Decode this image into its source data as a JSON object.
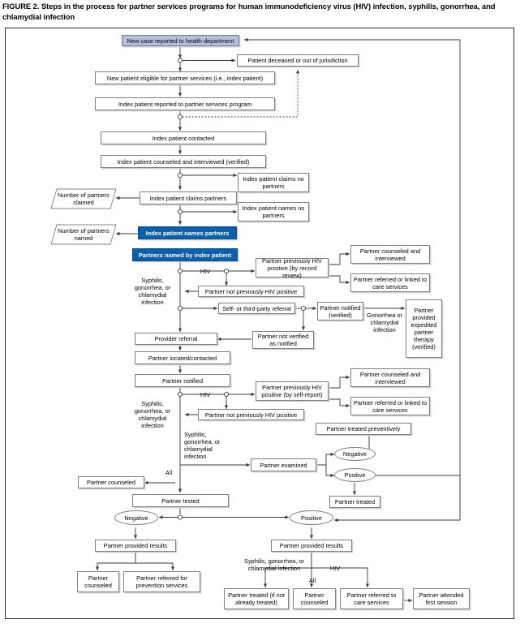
{
  "figure": {
    "caption": "FIGURE 2. Steps in the process for partner services programs for human immunodeficiency virus (HIV) infection, syphilis, gonorrhea, and chlamydial infection"
  },
  "colors": {
    "highlight_lavender": "#b7bedb",
    "highlight_blue": "#0f5fa8",
    "node_border": "#808080",
    "frame_border": "#2b2b2b",
    "shadow": "#cfcfcf"
  },
  "nodes": {
    "new_case": "New case reported to health department",
    "deceased": "Patient deceased or out of jurisdiction",
    "eligible": "New patient eligible for partner services (i.e., index patient)",
    "reported_program": "Index patient reported to partner services program",
    "index_contacted": "Index patient contacted",
    "index_counseled": "Index patient counseled and interviewed (verified)",
    "claims_no_partners": "Index patient claims no partners",
    "claims_partners": "Index patient claims partners",
    "names_no_partners": "Index patient names no partners",
    "names_partners": "Index patient names partners",
    "num_claimed": "Number of partners claimed",
    "num_named": "Number of partners named",
    "partners_named_by_index": "Partners named by index patient",
    "prev_hiv_record": "Partner previously HIV positive (by record review)",
    "counseled_interviewed_1": "Partner counseled and interviewed",
    "referred_linked_1": "Partner referred or linked to care services",
    "not_prev_hiv_1": "Partner not previously HIV positive",
    "self_third_party": "Self- or third-party referral",
    "partner_notified_verified": "Partner notified (verified)",
    "epr_therapy": "Partner provided expedited partner therapy (verified)",
    "not_verified": "Partner not verified as notified",
    "provider_referral": "Provider referral",
    "located_contacted": "Partner located/contacted",
    "partner_notified": "Partner notified",
    "prev_hiv_self": "Partner previously HIV positive (by self-report)",
    "counseled_interviewed_2": "Partner counseled and interviewed",
    "referred_linked_2": "Partner referred or linked to care services",
    "not_prev_hiv_2": "Partner not previously HIV positive",
    "treated_preventively": "Partner treated preventively",
    "partner_examined": "Partner examined",
    "exam_negative": "Negative",
    "exam_positive": "Positive",
    "partner_treated": "Partner treated",
    "partner_counseled_left": "Partner counseled",
    "partner_tested": "Partner tested",
    "test_negative": "Negative",
    "test_positive": "Positive",
    "results_left": "Partner provided results",
    "results_right": "Partner provided results",
    "counseled_bl": "Partner counseled",
    "referred_prevention": "Partner referred for prevention services",
    "treated_if_not": "Partner treated (if not already treated)",
    "counseled_br": "Partner counseled",
    "referred_care": "Partner referred to care services",
    "attended_first": "Partner attended first session"
  },
  "edge_labels": {
    "hiv_1": "HIV",
    "sgc_1": "Syphilis, gonorrhea, or chlamydial infection",
    "gc_1": "Gonorrhea or chlamydial infection",
    "hiv_2": "HIV",
    "sgc_2": "Syphilis, gonorrhea, or chlamydial infection",
    "sgc_3": "Syphilis, gonorrhea, or chlamydial infection",
    "all_1": "All",
    "sgc_bottom": "Syphilis, gonorrhea, or chlamydial infection",
    "hiv_bottom": "HIV",
    "all_bottom": "All"
  }
}
